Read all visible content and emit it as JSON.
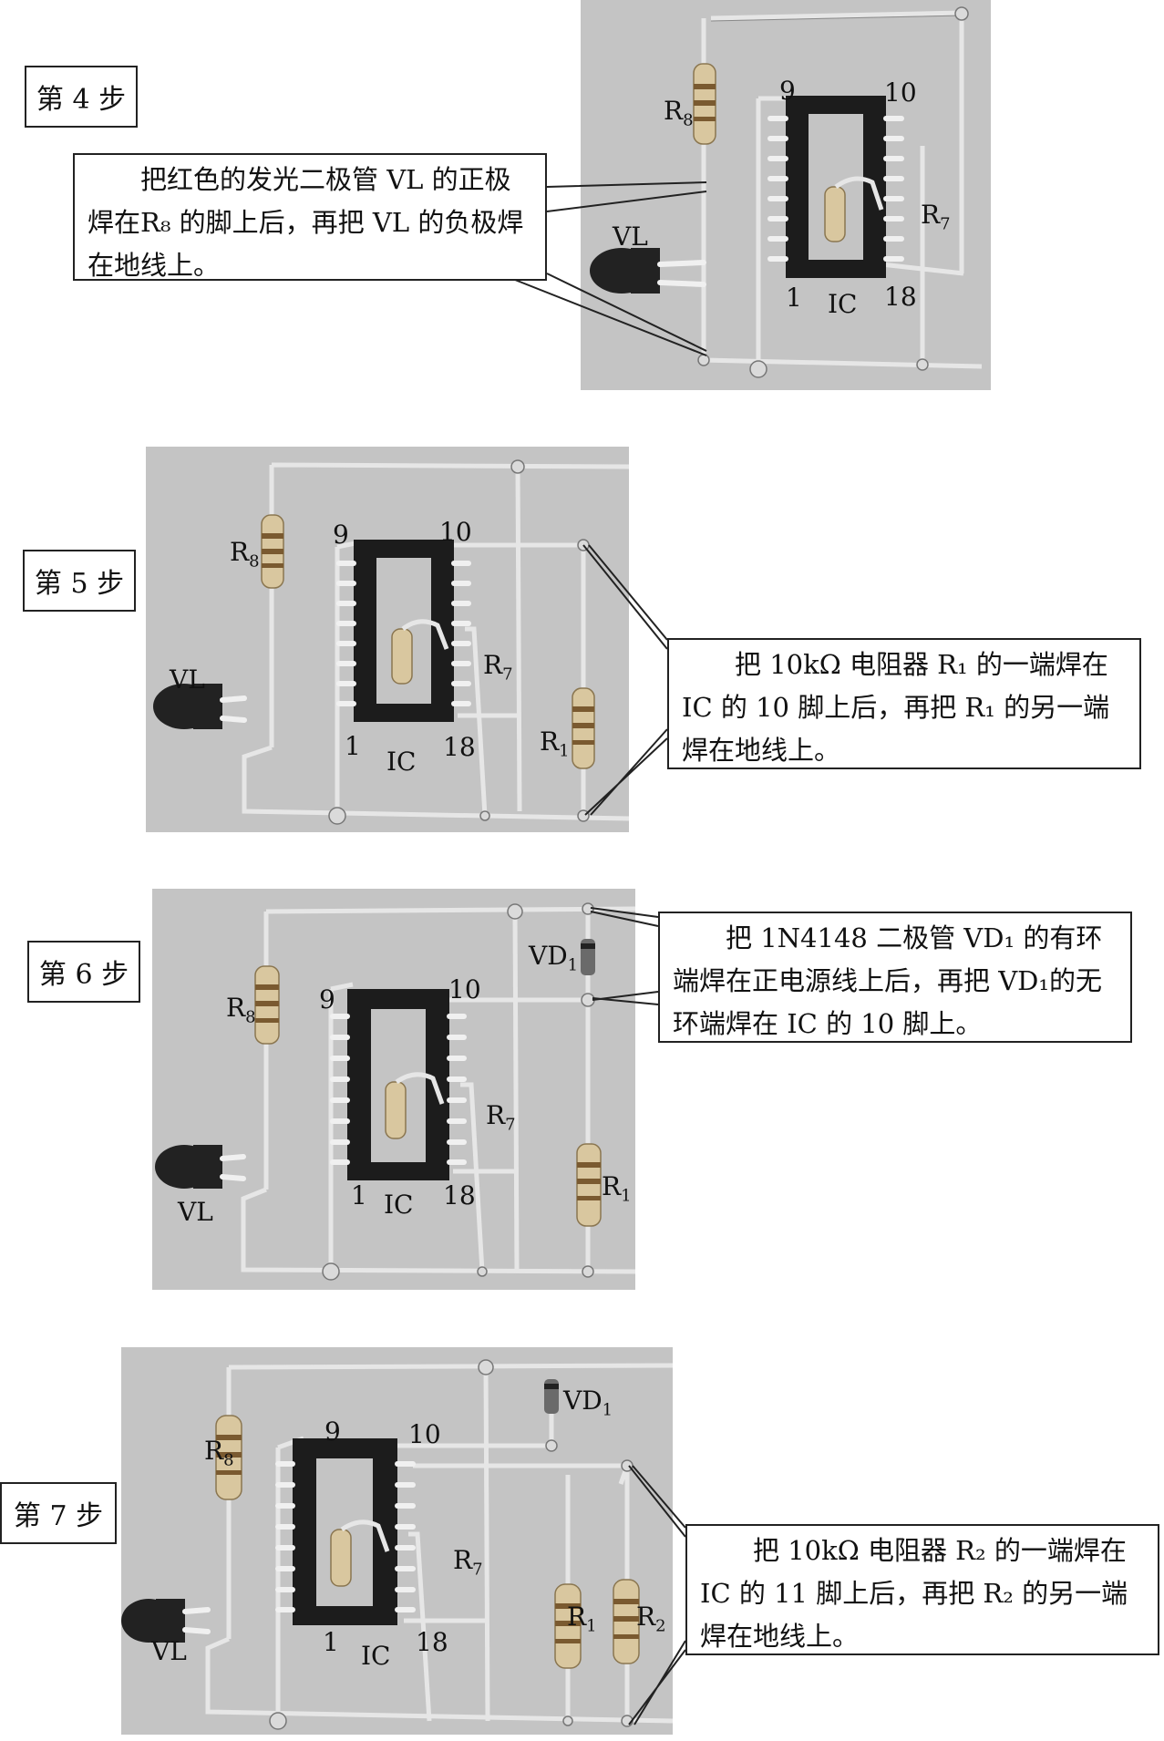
{
  "steps": [
    {
      "step_label": "第 4 步",
      "instruction": "把红色的发光二极管 VL 的正极焊在R₈ 的脚上后，再把 VL 的负极焊在地线上。",
      "labels": {
        "r8": "R",
        "r8_sub": "8",
        "pin9": "9",
        "pin10": "10",
        "r7": "R",
        "r7_sub": "7",
        "vl": "VL",
        "pin1": "1",
        "ic": "IC",
        "pin18": "18"
      }
    },
    {
      "step_label": "第 5 步",
      "instruction": "把 10kΩ 电阻器 R₁ 的一端焊在IC 的 10 脚上后，再把 R₁ 的另一端焊在地线上。",
      "labels": {
        "r8": "R",
        "r8_sub": "8",
        "pin9": "9",
        "pin10": "10",
        "r7": "R",
        "r7_sub": "7",
        "vl": "VL",
        "pin1": "1",
        "ic": "IC",
        "pin18": "18",
        "r1": "R",
        "r1_sub": "1"
      }
    },
    {
      "step_label": "第 6 步",
      "instruction": "把 1N4148 二极管 VD₁ 的有环端焊在正电源线上后，再把 VD₁的无环端焊在 IC 的 10 脚上。",
      "labels": {
        "r8": "R",
        "r8_sub": "8",
        "pin9": "9",
        "pin10": "10",
        "r7": "R",
        "r7_sub": "7",
        "vl": "VL",
        "pin1": "1",
        "ic": "IC",
        "pin18": "18",
        "r1": "R",
        "r1_sub": "1",
        "vd1": "VD",
        "vd1_sub": "1"
      }
    },
    {
      "step_label": "第 7 步",
      "instruction": "把 10kΩ 电阻器 R₂ 的一端焊在IC 的 11 脚上后，再把 R₂ 的另一端焊在地线上。",
      "labels": {
        "r8": "R",
        "r8_sub": "8",
        "pin9": "9",
        "pin10": "10",
        "r7": "R",
        "r7_sub": "7",
        "vl": "VL",
        "pin1": "1",
        "ic": "IC",
        "pin18": "18",
        "r1": "R",
        "r1_sub": "1",
        "r2": "R",
        "r2_sub": "2",
        "vd1": "VD",
        "vd1_sub": "1"
      }
    }
  ]
}
